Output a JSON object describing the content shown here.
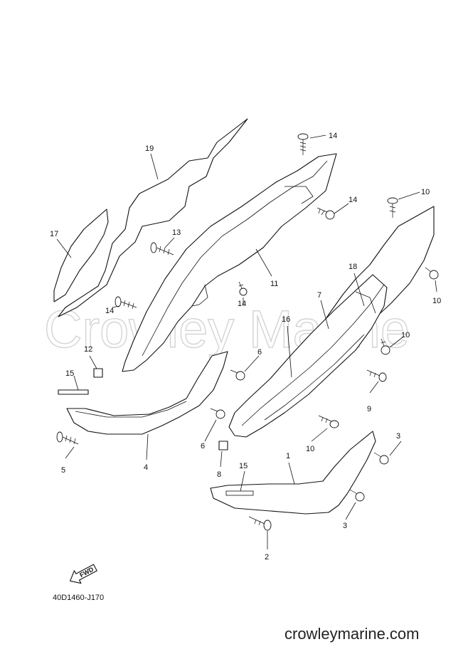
{
  "watermark": "Crowley Marine",
  "website": "crowleymarine.com",
  "drawing_code": "40D1460-J170",
  "fwd_label": "FWD",
  "callouts": {
    "c1": "1",
    "c2": "2",
    "c3a": "3",
    "c3b": "3",
    "c4": "4",
    "c5": "5",
    "c6a": "6",
    "c6b": "6",
    "c7": "7",
    "c8": "8",
    "c9": "9",
    "c10a": "10",
    "c10b": "10",
    "c10c": "10",
    "c10d": "10",
    "c11": "11",
    "c12": "12",
    "c13": "13",
    "c14a": "14",
    "c14b": "14",
    "c14c": "14",
    "c14d": "14",
    "c15a": "15",
    "c15b": "15",
    "c16": "16",
    "c17": "17",
    "c18": "18",
    "c19": "19"
  }
}
